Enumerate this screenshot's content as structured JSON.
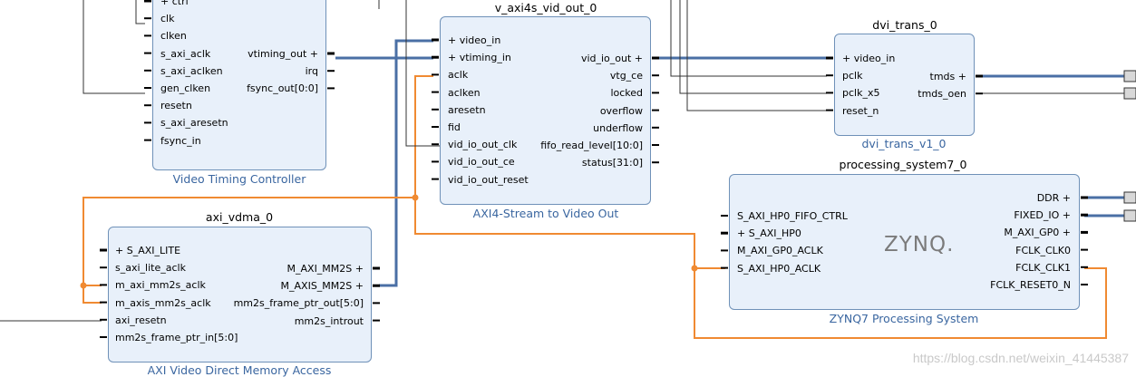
{
  "blocks": {
    "vtc": {
      "ports_left": [
        "ctrl",
        "clk",
        "clken",
        "s_axi_aclk",
        "s_axi_aclken",
        "gen_clken",
        "resetn",
        "s_axi_aresetn",
        "fsync_in"
      ],
      "ports_right": [
        "vtiming_out",
        "irq",
        "fsync_out[0:0]"
      ],
      "subtitle": "Video Timing Controller"
    },
    "vout": {
      "title": "v_axi4s_vid_out_0",
      "ports_left": [
        "video_in",
        "vtiming_in",
        "aclk",
        "aclken",
        "aresetn",
        "fid",
        "vid_io_out_clk",
        "vid_io_out_ce",
        "vid_io_out_reset"
      ],
      "ports_right": [
        "vid_io_out",
        "vtg_ce",
        "locked",
        "overflow",
        "underflow",
        "fifo_read_level[10:0]",
        "status[31:0]"
      ],
      "subtitle": "AXI4-Stream to Video Out"
    },
    "dvi": {
      "title": "dvi_trans_0",
      "ports_left": [
        "video_in",
        "pclk",
        "pclk_x5",
        "reset_n"
      ],
      "ports_right": [
        "tmds",
        "tmds_oen"
      ],
      "subtitle": "dvi_trans_v1_0"
    },
    "vdma": {
      "title": "axi_vdma_0",
      "ports_left": [
        "S_AXI_LITE",
        "s_axi_lite_aclk",
        "m_axi_mm2s_aclk",
        "m_axis_mm2s_aclk",
        "axi_resetn",
        "mm2s_frame_ptr_in[5:0]"
      ],
      "ports_right": [
        "M_AXI_MM2S",
        "M_AXIS_MM2S",
        "mm2s_frame_ptr_out[5:0]",
        "mm2s_introut"
      ],
      "subtitle": "AXI Video Direct Memory Access"
    },
    "ps7": {
      "title": "processing_system7_0",
      "ports_left": [
        "S_AXI_HP0_FIFO_CTRL",
        "S_AXI_HP0",
        "M_AXI_GP0_ACLK",
        "S_AXI_HP0_ACLK"
      ],
      "ports_right": [
        "DDR",
        "FIXED_IO",
        "M_AXI_GP0",
        "FCLK_CLK0",
        "FCLK_CLK1",
        "FCLK_RESET0_N"
      ],
      "logo": "ZYNQ.",
      "subtitle": "ZYNQ7 Processing System"
    }
  },
  "watermark": "https://blog.csdn.net/weixin_41445387",
  "colors": {
    "block_fill": "#e8f0fa",
    "block_border": "#6f91b8",
    "bus_wire": "#4a6fa5",
    "clock_wire": "#f08a32",
    "signal_wire": "#000000",
    "subtitle": "#3a66a0"
  }
}
